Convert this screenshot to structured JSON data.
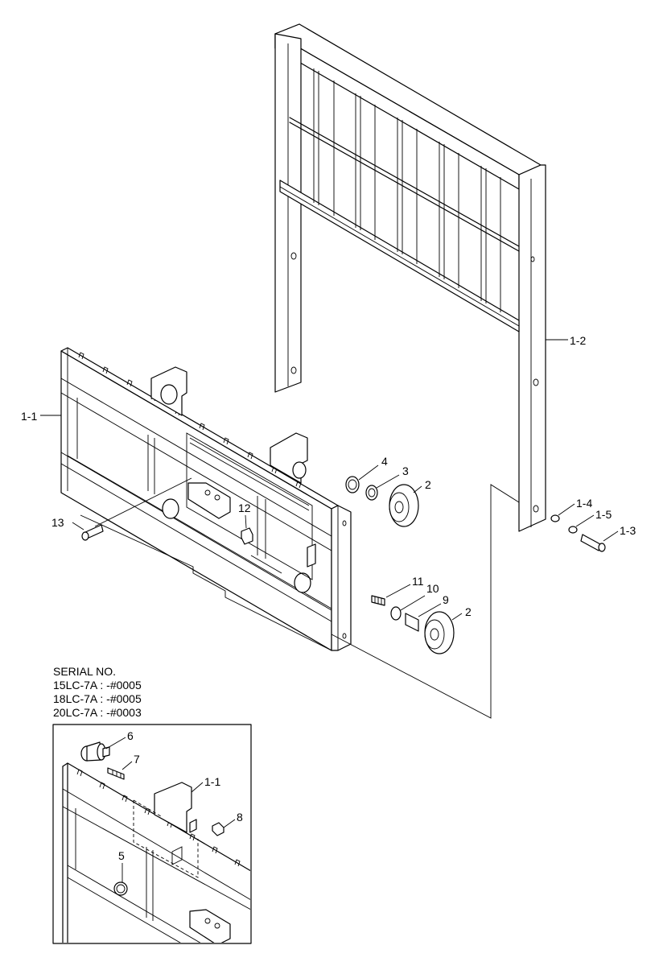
{
  "serial": {
    "heading": "SERIAL NO.",
    "lines": [
      "15LC-7A : -#0005",
      "18LC-7A : -#0005",
      "20LC-7A : -#0003"
    ]
  },
  "callouts": {
    "c1_1": "1-1",
    "c1_2": "1-2",
    "c1_3": "1-3",
    "c1_4": "1-4",
    "c1_5": "1-5",
    "c2a": "2",
    "c2b": "2",
    "c3": "3",
    "c4": "4",
    "c9": "9",
    "c10": "10",
    "c11": "11",
    "c12": "12",
    "c13": "13",
    "inset_c6": "6",
    "inset_c7": "7",
    "inset_c1_1": "1-1",
    "inset_c8": "8",
    "inset_c5": "5"
  }
}
